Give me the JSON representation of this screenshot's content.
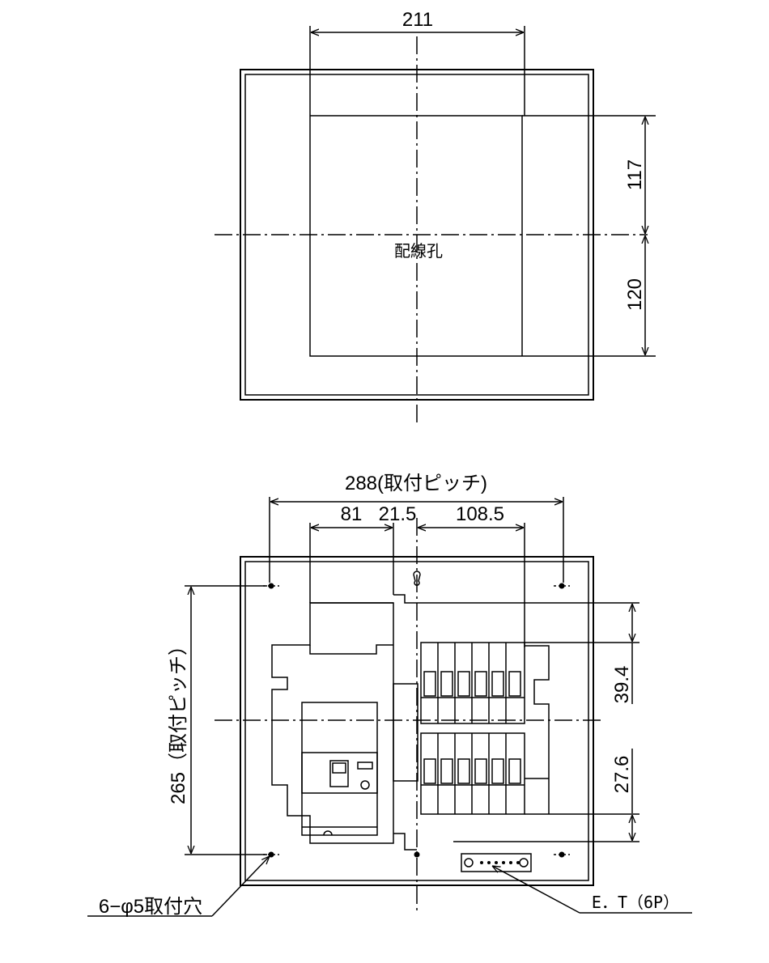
{
  "top_view": {
    "width_dim": "211",
    "upper_dim": "117",
    "lower_dim": "120",
    "hole_label": "配線孔"
  },
  "bottom_view": {
    "pitch_width": "288(取付ピッチ)",
    "dim_81": "81",
    "dim_21_5": "21.5",
    "dim_108_5": "108.5",
    "pitch_height": "265（取付ピッチ）",
    "dim_39_4": "39.4",
    "dim_27_6": "27.6",
    "mount_holes": "6−φ5取付穴",
    "earth_terminal": "E．T（6P）"
  }
}
